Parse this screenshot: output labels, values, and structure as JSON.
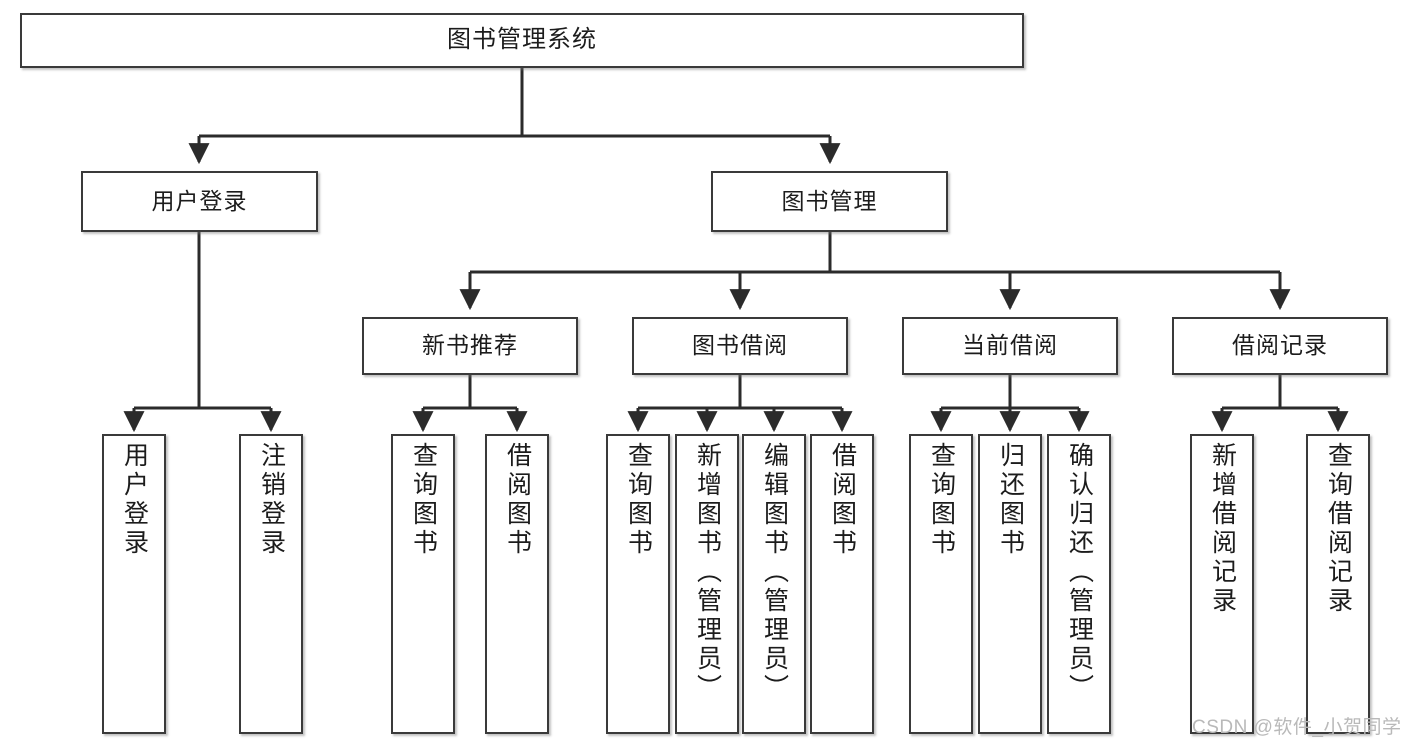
{
  "diagram": {
    "title": "图书管理系统",
    "type": "tree-hierarchy-chart",
    "watermark": "CSDN @软件_小贺同学",
    "colors": {
      "box_border": "#3a3a3a",
      "box_fill": "#ffffff",
      "connector": "#2b2b2b",
      "text": "#1c1c1c",
      "watermark": "#b9b9b9"
    },
    "root": {
      "label": "图书管理系统"
    },
    "level2": [
      {
        "label": "用户登录"
      },
      {
        "label": "图书管理"
      }
    ],
    "level3": [
      {
        "label": "新书推荐"
      },
      {
        "label": "图书借阅"
      },
      {
        "label": "当前借阅"
      },
      {
        "label": "借阅记录"
      }
    ],
    "leaves": [
      {
        "label": "用户登录",
        "parent": "用户登录"
      },
      {
        "label": "注销登录",
        "parent": "用户登录"
      },
      {
        "label": "查询图书",
        "parent": "新书推荐"
      },
      {
        "label": "借阅图书",
        "parent": "新书推荐"
      },
      {
        "label": "查询图书",
        "parent": "图书借阅"
      },
      {
        "label": "新增图书（管理员）",
        "parent": "图书借阅"
      },
      {
        "label": "编辑图书（管理员）",
        "parent": "图书借阅"
      },
      {
        "label": "借阅图书",
        "parent": "图书借阅"
      },
      {
        "label": "查询图书",
        "parent": "当前借阅"
      },
      {
        "label": "归还图书",
        "parent": "当前借阅"
      },
      {
        "label": "确认归还（管理员）",
        "parent": "当前借阅"
      },
      {
        "label": "新增借阅记录",
        "parent": "借阅记录"
      },
      {
        "label": "查询借阅记录",
        "parent": "借阅记录"
      }
    ]
  }
}
